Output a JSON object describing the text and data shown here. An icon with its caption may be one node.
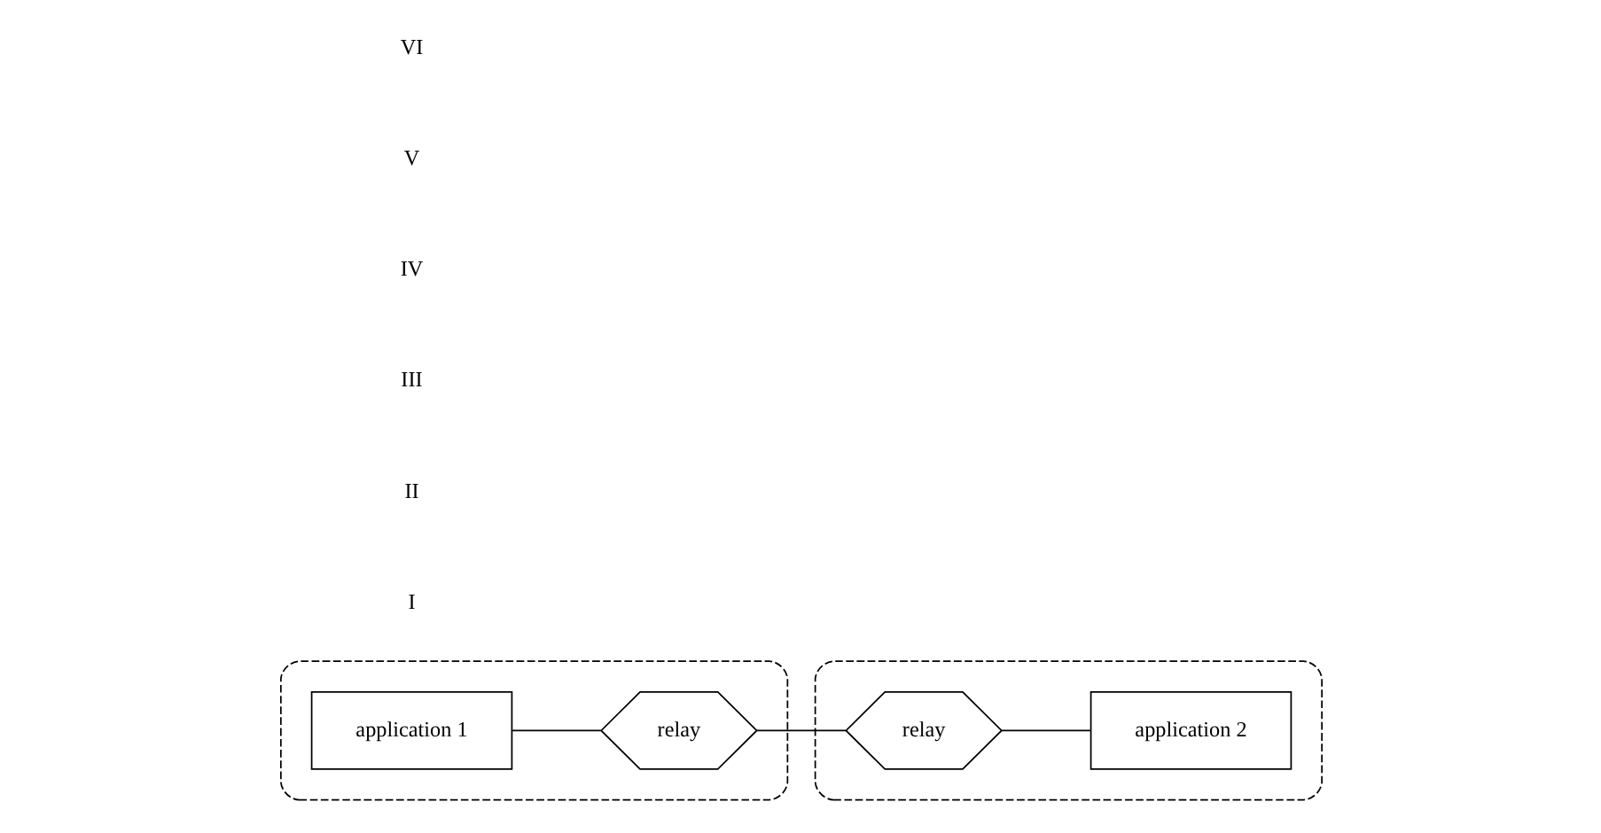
{
  "diagram": {
    "nodes": [
      {
        "text": [],
        "shape": "box"
      },
      {
        "text": [
          "application 1"
        ],
        "in": 0
      },
      {
        "text": [
          "relay"
        ],
        "in": 0
      },
      {
        "text": [],
        "shape": "box"
      },
      {
        "text": [
          "relay"
        ],
        "in": 3
      },
      {
        "text": [
          "application 2"
        ],
        "in": 3
      }
    ],
    "edges": [
      {
        "from": 1,
        "to": 2,
        "arrow": "none"
      },
      {
        "from": 2,
        "to": 4,
        "arrow": "none"
      },
      {
        "from": 4,
        "to": 5,
        "arrow": "none"
      }
    ],
    "labels": [
      "I",
      "II",
      "III",
      "IV",
      "V",
      "VI"
    ]
  }
}
